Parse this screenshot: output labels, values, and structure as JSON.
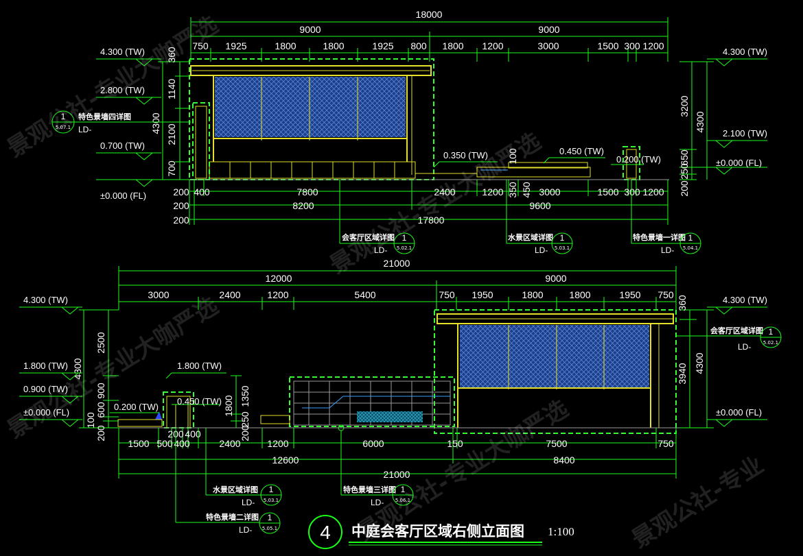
{
  "watermark": {
    "text_a": "景观公社-专业大咖严选",
    "text_b": "景观公社-专业大咖严选",
    "text_c": "景观公社-专业大咖严选",
    "text_d": "景观公社-专业大咖严选",
    "text_e": "景观公社-专业"
  },
  "top": {
    "total_width": "18000",
    "halves": [
      "9000",
      "9000"
    ],
    "segments": [
      "750",
      "1925",
      "1800",
      "1800",
      "1925",
      "800",
      "1800",
      "1200",
      "3000",
      "1500",
      "300",
      "1200"
    ],
    "bottom_row1": [
      "200",
      "400",
      "7800",
      "2400",
      "1200",
      "350",
      "450",
      "3000",
      "1500",
      "300",
      "1200"
    ],
    "bottom_row2": [
      "200",
      "8200",
      "9600"
    ],
    "bottom_row3": [
      "200",
      "17800"
    ],
    "left_vertical": [
      "360",
      "1140",
      "2100",
      "700"
    ],
    "left_total": "4300",
    "right_vertical": [
      "3200",
      "650",
      "250",
      "200"
    ],
    "right_total": "4300",
    "extra_dims": [
      "100"
    ],
    "levels_left": [
      "4.300 (TW)",
      "2.800 (TW)",
      "0.700 (TW)",
      "±0.000 (FL)"
    ],
    "levels_right": [
      "4.300 (TW)",
      "2.100 (TW)",
      "±0.000 (FL)"
    ],
    "levels_mid": [
      "0.350 (TW)",
      "0.450 (TW)",
      "0.200 (TW)"
    ],
    "callouts": [
      {
        "label": "特色景墙四详图",
        "num": "1",
        "sheet": "5.07.1",
        "ld": "LD-"
      },
      {
        "label": "会客厅区域详图",
        "num": "1",
        "sheet": "5.02.1",
        "ld": "LD-"
      },
      {
        "label": "水景区域详图",
        "num": "1",
        "sheet": "5.03.1",
        "ld": "LD-"
      },
      {
        "label": "特色景墙一详图",
        "num": "1",
        "sheet": "5.04.1",
        "ld": "LD-"
      }
    ]
  },
  "bottom": {
    "total_top": "21000",
    "halves": [
      "12000",
      "9000"
    ],
    "segments": [
      "3000",
      "2400",
      "1200",
      "5400",
      "750",
      "1950",
      "1800",
      "1800",
      "1950",
      "750"
    ],
    "bottom_row1": [
      "1500",
      "500",
      "400",
      "200",
      "400",
      "2400",
      "1200",
      "6000",
      "150",
      "7500",
      "750"
    ],
    "bottom_row2": [
      "12600",
      "8400"
    ],
    "bottom_row3": [
      "21000"
    ],
    "left_vertical": [
      "2500",
      "900",
      "600",
      "100",
      "200"
    ],
    "left_total": "4300",
    "mid_vertical": [
      "1800",
      "1350",
      "250",
      "200"
    ],
    "right_vertical": [
      "360",
      "3940"
    ],
    "right_total": "4300",
    "levels_left": [
      "4.300 (TW)",
      "1.800 (TW)",
      "0.900 (TW)",
      "±0.000 (FL)"
    ],
    "levels_mid": [
      "0.200 (TW)",
      "1.800 (TW)",
      "0.450 (TW)"
    ],
    "levels_right": [
      "4.300 (TW)",
      "±0.000 (FL)"
    ],
    "callouts": [
      {
        "label": "会客厅区域详图",
        "num": "1",
        "sheet": "5.02.1",
        "ld": "LD-"
      },
      {
        "label": "水景区域详图",
        "num": "1",
        "sheet": "5.03.1",
        "ld": "LD-"
      },
      {
        "label": "特色景墙三详图",
        "num": "1",
        "sheet": "5.06.1",
        "ld": "LD-"
      },
      {
        "label": "特色景墙二详图",
        "num": "1",
        "sheet": "5.05.1",
        "ld": "LD-"
      }
    ]
  },
  "title": {
    "number": "4",
    "text": "中庭会客厅区域右侧立面图",
    "scale": "1:100"
  },
  "colors": {
    "dimension_lines": "#1aff1a",
    "structure": "#e5e02a",
    "glass": "#3c6fd0",
    "background": "#000000"
  }
}
